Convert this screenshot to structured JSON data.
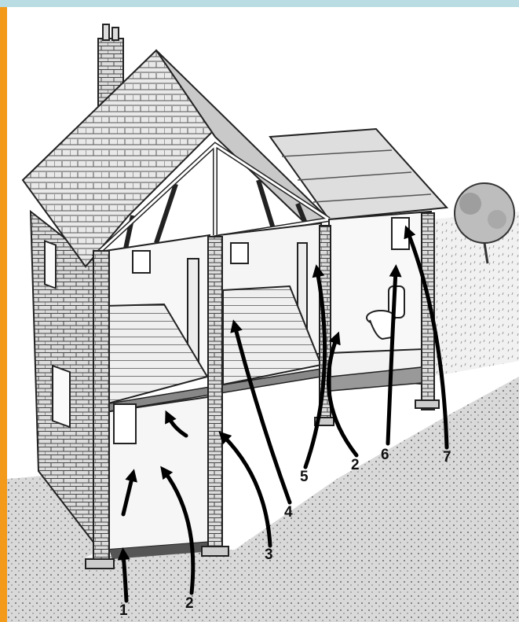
{
  "colors": {
    "top_band": "#b9dde3",
    "left_band": "#f39a1b",
    "ink": "#222222",
    "roof_tile": "#e6e6e6",
    "stone": "#d8d8d8",
    "ground": "#cfcfcf",
    "floor": "#eeeeee",
    "wall": "#f7f7f7"
  },
  "labels": {
    "n1": "1",
    "n2a": "2",
    "n2b": "2",
    "n3": "3",
    "n4": "4",
    "n5": "5",
    "n6": "6",
    "n7": "7"
  }
}
